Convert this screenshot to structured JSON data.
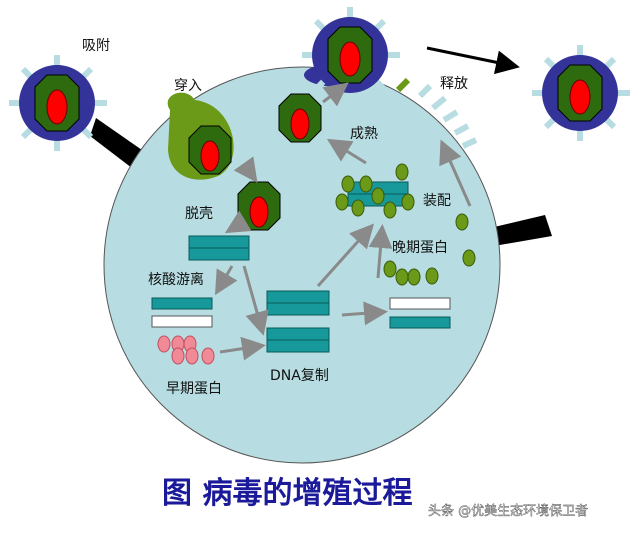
{
  "labels": {
    "adsorption": "吸附",
    "penetration": "穿入",
    "uncoating": "脱壳",
    "nucleic_acid_free": "核酸游离",
    "early_protein": "早期蛋白",
    "dna_replication": "DNA复制",
    "late_protein": "晚期蛋白",
    "assembly": "装配",
    "maturation": "成熟",
    "release": "释放"
  },
  "title": "图 病毒的增殖过程",
  "watermark": "头条 @优美生态环境保卫者",
  "colors": {
    "cell": "#b7dde2",
    "envelope": "#33339a",
    "capsid": "#2e6b0f",
    "nucleic": "#ff0000",
    "dna": "#17989a",
    "protein_late": "#6a9a18",
    "protein_early": "#f08a96",
    "arrow": "#8a8a8a"
  }
}
